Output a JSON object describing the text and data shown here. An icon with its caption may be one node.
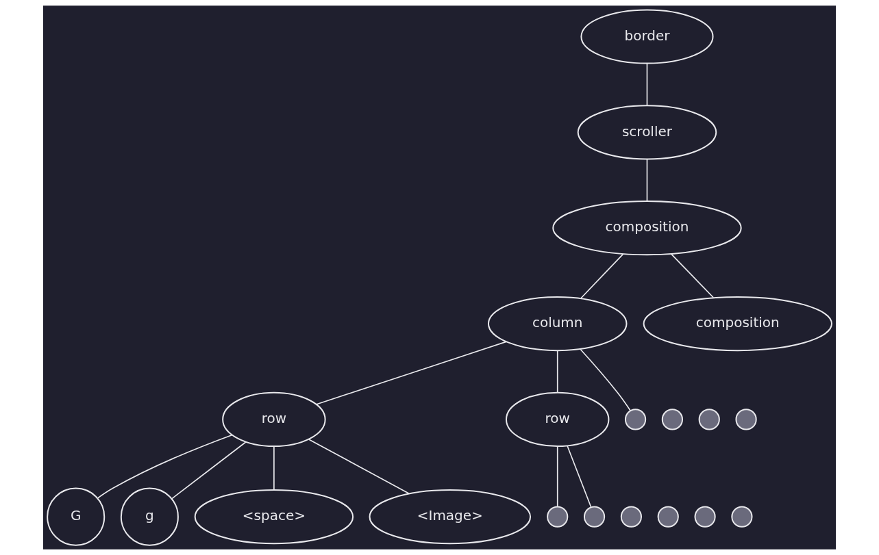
{
  "diagram": {
    "nodes": [
      {
        "text": [
          "border"
        ]
      },
      {
        "text": [
          "scroller"
        ]
      },
      {
        "text": [
          "composition"
        ]
      },
      {
        "text": [
          "column"
        ]
      },
      {
        "text": [
          "composition"
        ]
      },
      {
        "text": [
          "row"
        ]
      },
      {
        "text": [
          "row"
        ]
      },
      {
        "text": [],
        "shape": "circle"
      },
      {
        "text": [],
        "shape": "circle"
      },
      {
        "text": [],
        "shape": "circle"
      },
      {
        "text": [],
        "shape": "circle"
      },
      {
        "text": [
          "G"
        ]
      },
      {
        "text": [
          "g"
        ]
      },
      {
        "text": [
          "<space>"
        ]
      },
      {
        "text": [
          "<Image>"
        ]
      },
      {
        "text": [],
        "shape": "circle"
      },
      {
        "text": [],
        "shape": "circle"
      },
      {
        "text": [],
        "shape": "circle"
      },
      {
        "text": [],
        "shape": "circle"
      },
      {
        "text": [],
        "shape": "circle"
      },
      {
        "text": [],
        "shape": "circle"
      }
    ],
    "edges": [
      {
        "from": 0,
        "to": 1,
        "arrow": "none"
      },
      {
        "from": 1,
        "to": 2,
        "arrow": "none"
      },
      {
        "from": 2,
        "to": 3,
        "arrow": "none"
      },
      {
        "from": 2,
        "to": 4,
        "arrow": "none"
      },
      {
        "from": 3,
        "to": 5,
        "arrow": "none"
      },
      {
        "from": 3,
        "to": 6,
        "arrow": "none"
      },
      {
        "from": 3,
        "to": 7,
        "arrow": "none"
      },
      {
        "from": 5,
        "to": 11,
        "arrow": "none"
      },
      {
        "from": 5,
        "to": 12,
        "arrow": "none"
      },
      {
        "from": 5,
        "to": 13,
        "arrow": "none"
      },
      {
        "from": 5,
        "to": 14,
        "arrow": "none"
      },
      {
        "from": 6,
        "to": 16,
        "arrow": "none"
      },
      {
        "from": 6,
        "to": 18,
        "arrow": "none"
      }
    ]
  }
}
